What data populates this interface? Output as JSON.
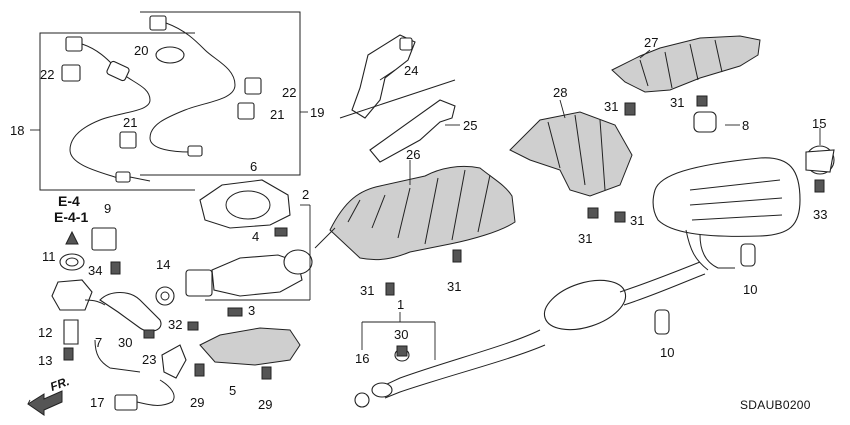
{
  "diagram": {
    "code": "SDAUB0200",
    "references": [
      "E-4",
      "E-4-1"
    ],
    "direction": "FR.",
    "callouts": [
      {
        "id": "1",
        "text": "1"
      },
      {
        "id": "2",
        "text": "2"
      },
      {
        "id": "3",
        "text": "3"
      },
      {
        "id": "4",
        "text": "4"
      },
      {
        "id": "5",
        "text": "5"
      },
      {
        "id": "6",
        "text": "6"
      },
      {
        "id": "7",
        "text": "7"
      },
      {
        "id": "8",
        "text": "8"
      },
      {
        "id": "9",
        "text": "9"
      },
      {
        "id": "10",
        "text": "10"
      },
      {
        "id": "11",
        "text": "11"
      },
      {
        "id": "12",
        "text": "12"
      },
      {
        "id": "13",
        "text": "13"
      },
      {
        "id": "14",
        "text": "14"
      },
      {
        "id": "15",
        "text": "15"
      },
      {
        "id": "16",
        "text": "16"
      },
      {
        "id": "17",
        "text": "17"
      },
      {
        "id": "18",
        "text": "18"
      },
      {
        "id": "19",
        "text": "19"
      },
      {
        "id": "20",
        "text": "20"
      },
      {
        "id": "21",
        "text": "21"
      },
      {
        "id": "22",
        "text": "22"
      },
      {
        "id": "23",
        "text": "23"
      },
      {
        "id": "24",
        "text": "24"
      },
      {
        "id": "25",
        "text": "25"
      },
      {
        "id": "26",
        "text": "26"
      },
      {
        "id": "27",
        "text": "27"
      },
      {
        "id": "28",
        "text": "28"
      },
      {
        "id": "29",
        "text": "29"
      },
      {
        "id": "30",
        "text": "30"
      },
      {
        "id": "31",
        "text": "31"
      },
      {
        "id": "32",
        "text": "32"
      },
      {
        "id": "33",
        "text": "33"
      },
      {
        "id": "34",
        "text": "34"
      }
    ]
  }
}
